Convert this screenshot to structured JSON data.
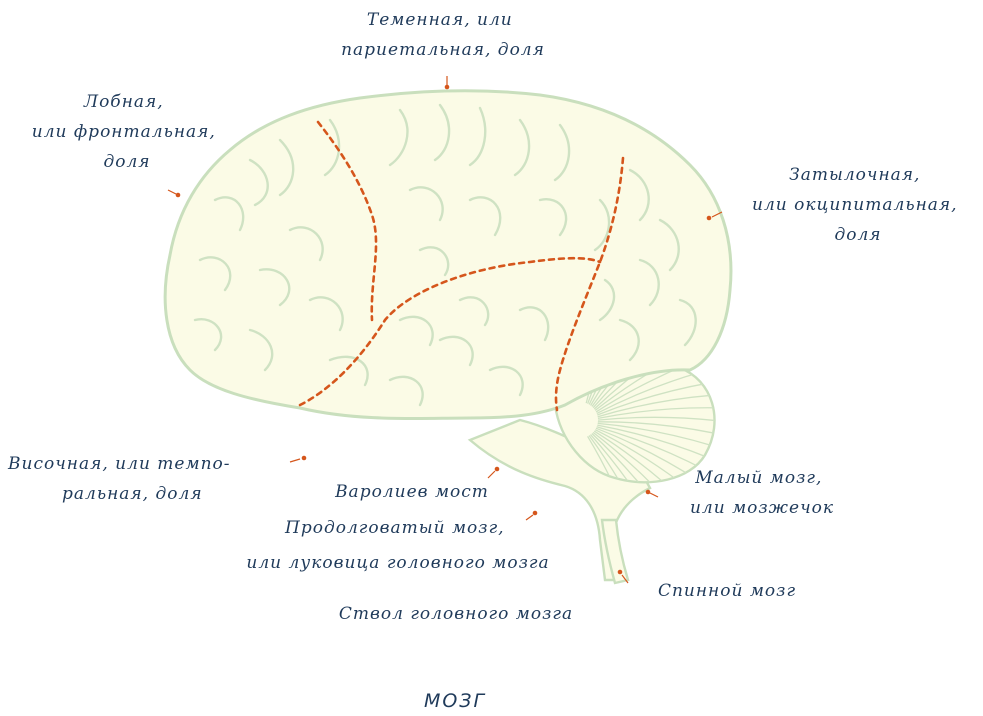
{
  "title": "МОЗГ",
  "labels": {
    "parietal": [
      "Теменная, или",
      "париетальная, доля"
    ],
    "frontal": [
      "Лобная,",
      "или фронтальная,",
      "доля"
    ],
    "occipital": [
      "Затылочная,",
      "или окципитальная,",
      "доля"
    ],
    "temporal": [
      "Височная, или темпо-",
      "ральная, доля"
    ],
    "pons": "Варолиев мост",
    "medulla": [
      "Продолговатый мозг,",
      "или луковица головного мозга"
    ],
    "cerebellum": [
      "Малый мозг,",
      "или мозжечок"
    ],
    "spinal": "Спинной мозг",
    "brainstem": "Ствол головного мозга"
  },
  "colors": {
    "brain_fill": "#fbfbe6",
    "brain_outline": "#c9dfbd",
    "lobe_border": "#d5561c",
    "text": "#1f3a5a"
  }
}
